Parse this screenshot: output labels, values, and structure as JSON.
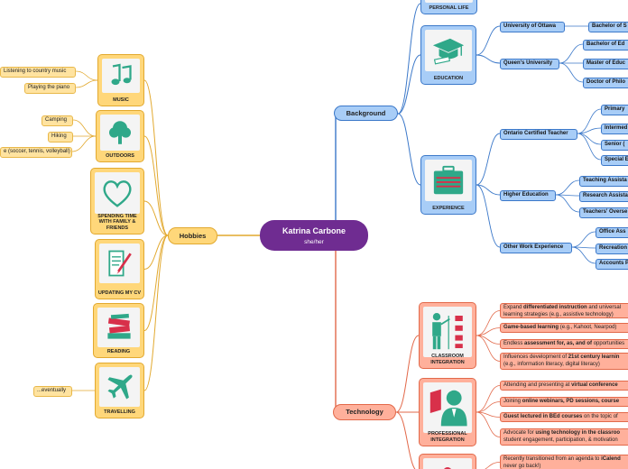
{
  "center": {
    "title": "Katrina Carbone",
    "subtitle": "she/her"
  },
  "branches": {
    "hobbies": "Hobbies",
    "background": "Background",
    "technology": "Technology"
  },
  "hobbies": [
    {
      "label": "MUSIC",
      "icon": "music-notes-icon",
      "items": [
        "Listening to country music",
        "Playing the piano"
      ]
    },
    {
      "label": "OUTDOORS",
      "icon": "tree-icon",
      "items": [
        "Camping",
        "Hiking",
        "e (soccer, tennis, volleyball)"
      ]
    },
    {
      "label": "SPENDING TIME WITH FAMILY & FRIENDS",
      "icon": "heart-icon",
      "items": []
    },
    {
      "label": "UPDATING MY CV",
      "icon": "document-pen-icon",
      "items": []
    },
    {
      "label": "READING",
      "icon": "books-icon",
      "items": []
    },
    {
      "label": "TRAVELLING",
      "icon": "airplane-icon",
      "items": [
        "...eventually"
      ]
    }
  ],
  "background": [
    {
      "label": "PERSONAL LIFE",
      "icon": "",
      "groups": []
    },
    {
      "label": "EDUCATION",
      "icon": "graduation-cap-icon",
      "groups": [
        {
          "label": "University of Ottawa",
          "items": [
            "Bachelor of S"
          ]
        },
        {
          "label": "Queen's University",
          "items": [
            "Bachelor of Ed",
            "Master of Educ",
            "Doctor of Philo"
          ]
        }
      ]
    },
    {
      "label": "EXPERIENCE",
      "icon": "briefcase-icon",
      "groups": [
        {
          "label": "Ontario Certified Teacher",
          "items": [
            "Primary",
            "Intermed",
            "Senior (",
            "Special E"
          ]
        },
        {
          "label": "Higher Education",
          "items": [
            "Teaching Assista",
            "Research Assista",
            "Teachers' Overse"
          ]
        },
        {
          "label": "Other Work Experience",
          "items": [
            "Office Ass",
            "Recreation",
            "Accounts P"
          ]
        }
      ]
    }
  ],
  "technology": [
    {
      "label": "CLASSROOM INTEGRATION",
      "icon": "presenter-icon",
      "items": [
        [
          [
            "Expand ",
            0
          ],
          [
            "differentiated instruction",
            1
          ],
          [
            " and universal",
            0
          ],
          [
            "\n",
            0
          ],
          [
            "learning strategies (e.g., assistive technology)",
            0
          ]
        ],
        [
          [
            "Game-based learning",
            1
          ],
          [
            " (e.g., Kahoot, Nearpod)",
            0
          ]
        ],
        [
          [
            "Endless ",
            0
          ],
          [
            "assessment for, as, and of",
            1
          ],
          [
            " opportunities",
            0
          ]
        ],
        [
          [
            "Influences development of ",
            0
          ],
          [
            "21st century learnin",
            1
          ],
          [
            "\n",
            0
          ],
          [
            "(e.g., information literacy, digital literacy)",
            0
          ]
        ]
      ]
    },
    {
      "label": "PROFESSIONAL INTEGRATION",
      "icon": "profile-icon",
      "items": [
        [
          [
            "Attending and presenting at ",
            0
          ],
          [
            "virtual conference",
            1
          ]
        ],
        [
          [
            "Joining ",
            0
          ],
          [
            "online webinars, PD sessions, course",
            1
          ]
        ],
        [
          [
            "Guest lectured in BEd courses",
            1
          ],
          [
            " on the topic of",
            0
          ]
        ],
        [
          [
            "Advocate for ",
            0
          ],
          [
            "using technology in the classroo",
            1
          ],
          [
            "\n",
            0
          ],
          [
            "student engagement, participation, & motivation",
            0
          ]
        ]
      ]
    },
    {
      "label": "",
      "icon": "pin-icon",
      "items": [
        [
          [
            "Recently transitioned from an agenda to ",
            0
          ],
          [
            "iCalend",
            1
          ],
          [
            "\n",
            0
          ],
          [
            "never go back!)",
            0
          ]
        ]
      ]
    }
  ],
  "colors": {
    "center": "#6f2c91",
    "hobbies": "#ffd77a",
    "background": "#a8cdf7",
    "technology": "#ffb09b",
    "icon_green": "#2fa889",
    "icon_red": "#d8304a"
  }
}
